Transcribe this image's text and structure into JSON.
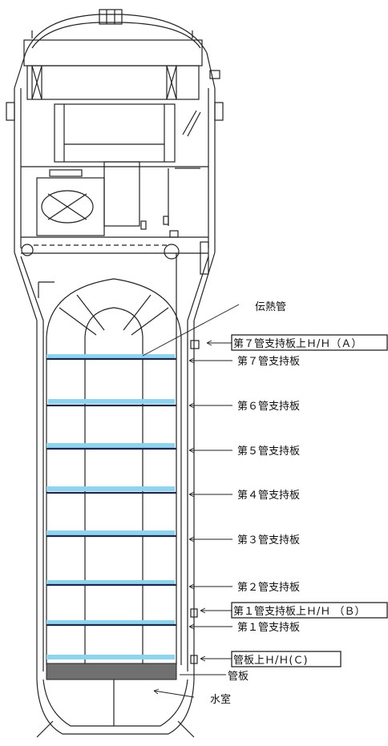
{
  "labels": {
    "heat_tube": "伝熱管",
    "plate7": "第７管支持板",
    "plate6": "第６管支持板",
    "plate5": "第５管支持板",
    "plate4": "第４管支持板",
    "plate3": "第３管支持板",
    "plate2": "第２管支持板",
    "plate1": "第１管支持板",
    "tube_sheet": "管板",
    "water_chamber": "水室"
  },
  "boxed_labels": {
    "hh_a": "第７管支持板上Ｈ/Ｈ（Ａ）",
    "hh_b": "第１管支持板上Ｈ/Ｈ （Ｂ）",
    "hh_c": "管板上Ｈ/Ｈ(Ｃ)"
  },
  "colors": {
    "highlight_band": "#8fd3ee",
    "plate_line": "#1a2a4a",
    "tube_sheet": "#707070",
    "outline": "#222222"
  }
}
